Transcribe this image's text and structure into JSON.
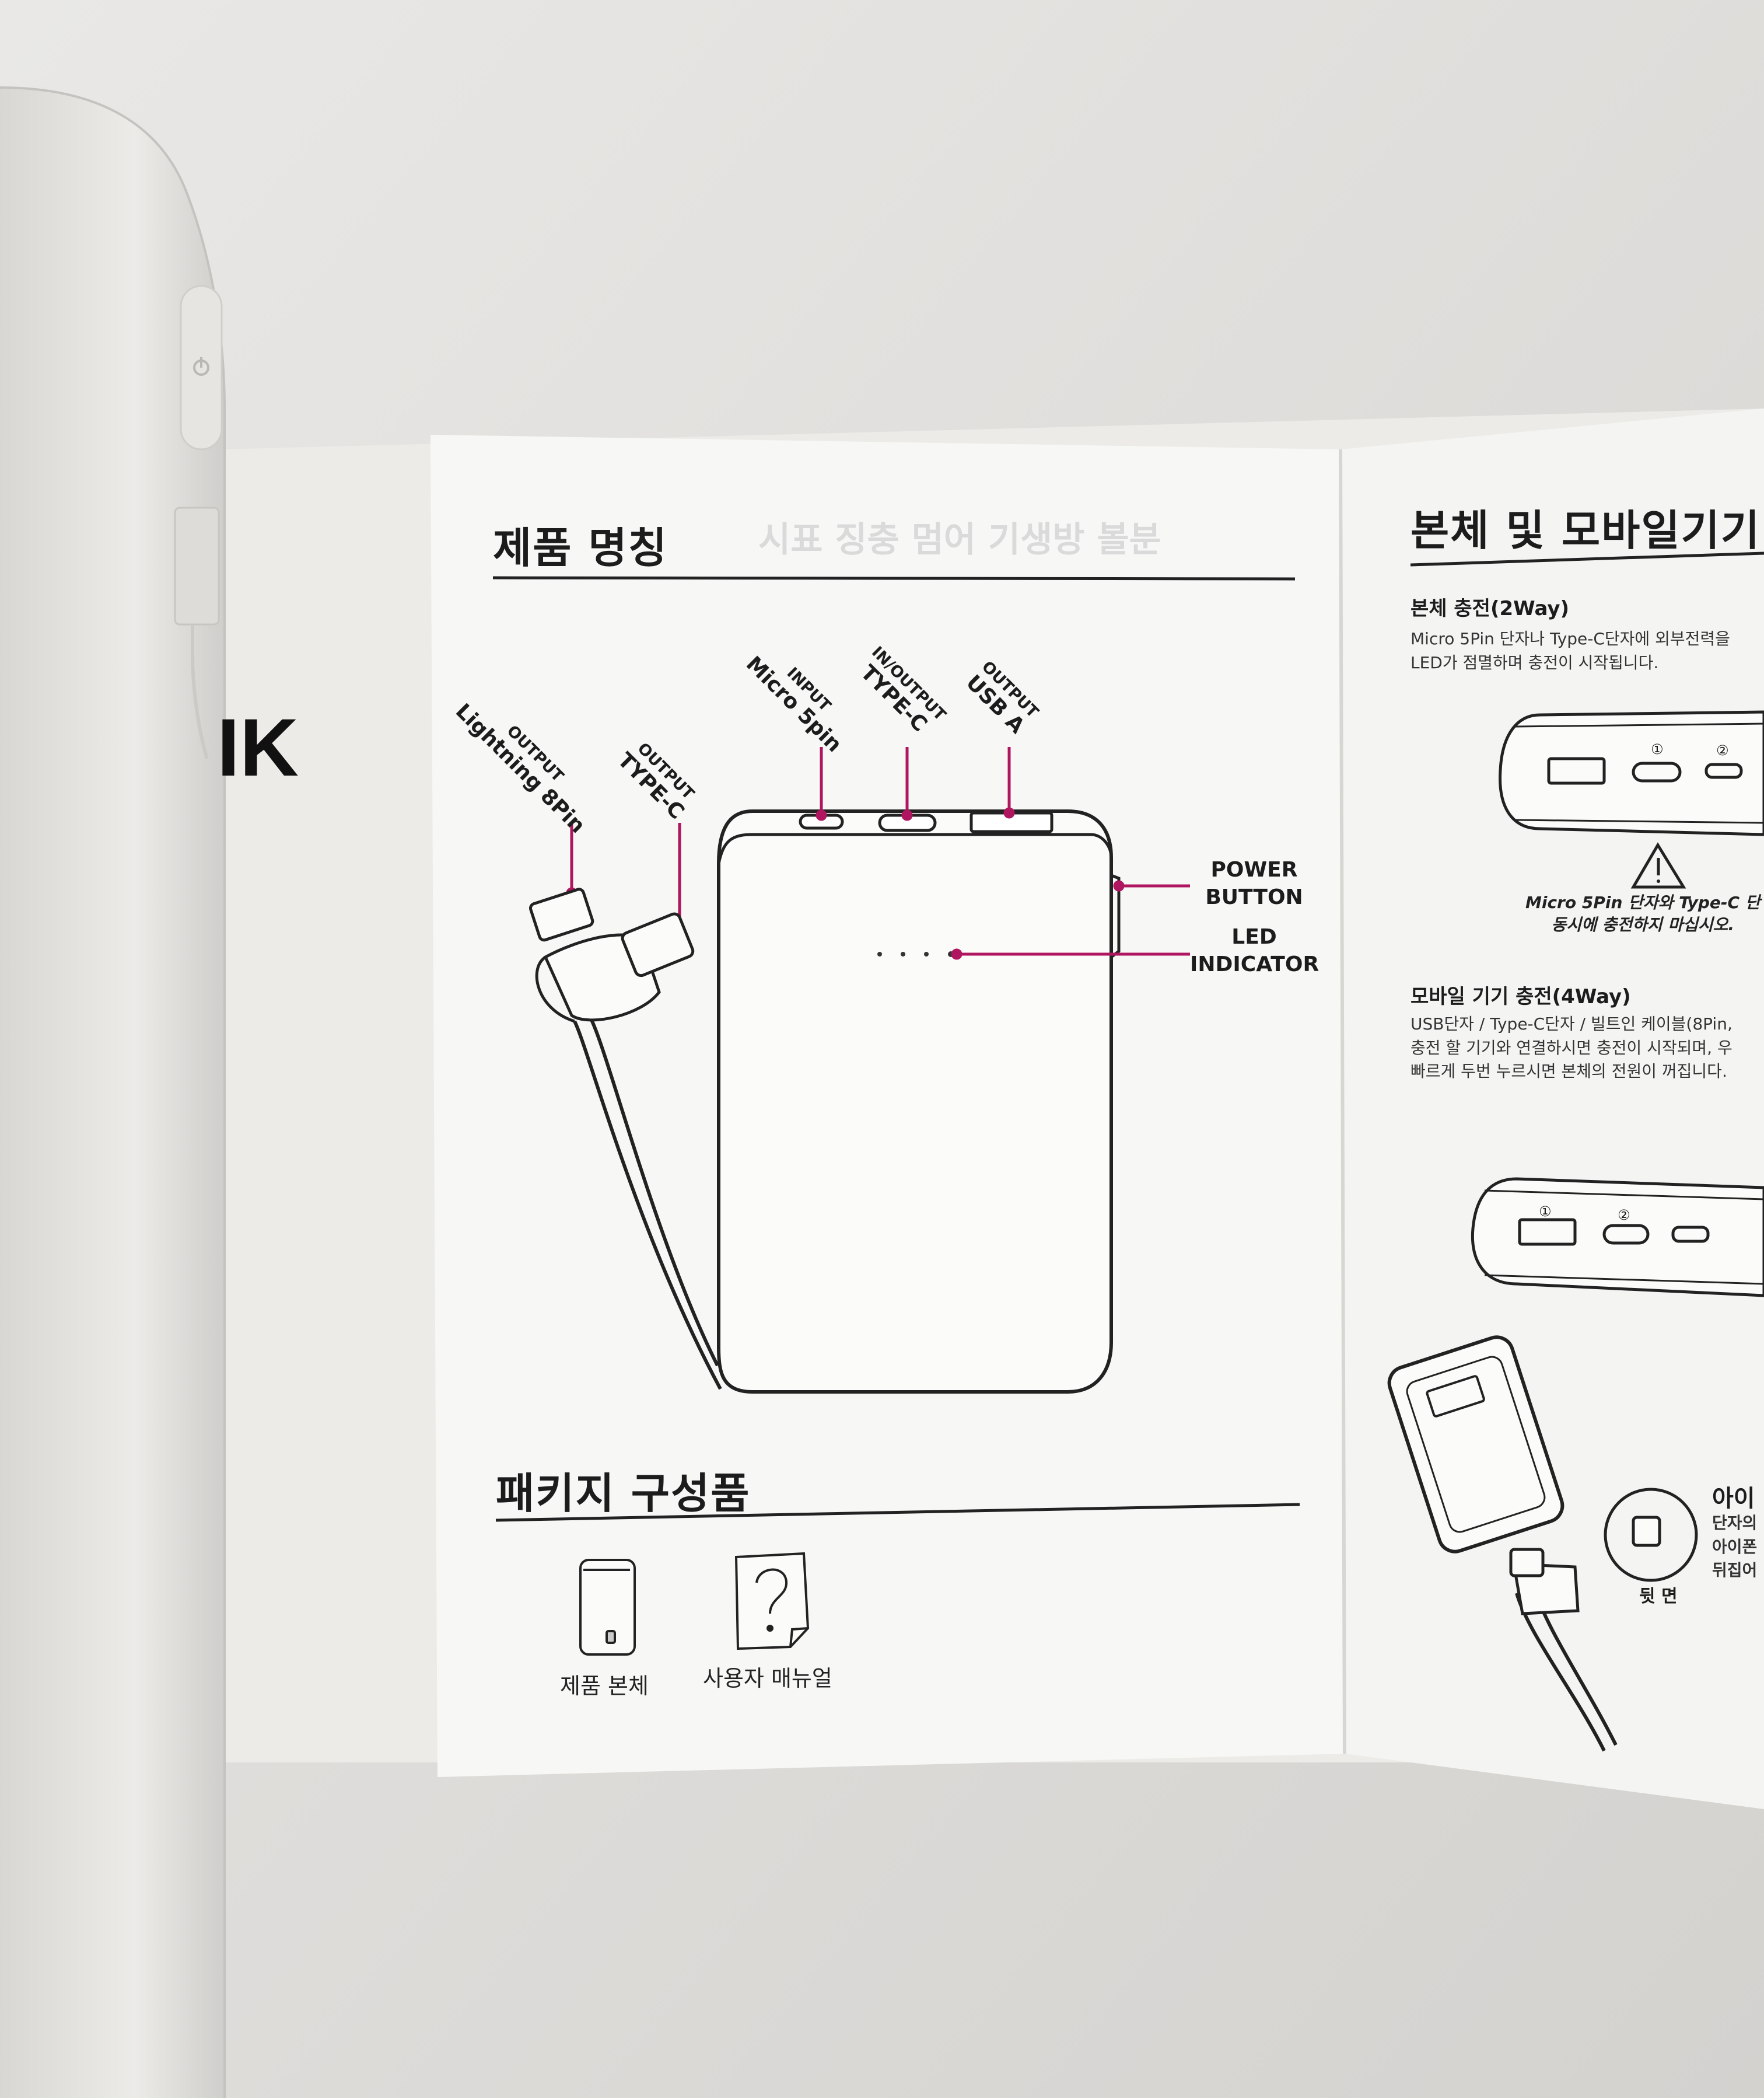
{
  "brand_fragment": "IK",
  "left_panel": {
    "title": "제품 명칭",
    "labels": {
      "lightning": {
        "kind": "OUTPUT",
        "name": "Lightning 8Pin"
      },
      "cable_typec": {
        "kind": "OUTPUT",
        "name": "TYPE-C"
      },
      "micro": {
        "kind": "INPUT",
        "name": "Micro 5pin"
      },
      "io_typec": {
        "kind": "IN/OUTPUT",
        "name": "TYPE-C"
      },
      "usba": {
        "kind": "OUTPUT",
        "name": "USB A"
      },
      "power_line1": "POWER",
      "power_line2": "BUTTON",
      "led_line1": "LED",
      "led_line2": "INDICATOR"
    },
    "package_title": "패키지 구성품",
    "package_items": [
      {
        "label": "제품 본체",
        "icon": "power-bank-icon"
      },
      {
        "label": "사용자 매뉴얼",
        "icon": "question-manual-icon"
      }
    ]
  },
  "right_panel": {
    "title": "본체 및 모바일기기",
    "section1_title": "본체 충전(2Way)",
    "section1_line1": "Micro 5Pin 단자나 Type-C단자에 외부전력을",
    "section1_line2": "LED가 점멸하며 충전이 시작됩니다.",
    "warning_line1": "Micro 5Pin 단자와 Type-C 단",
    "warning_line2": "동시에 충전하지 마십시오.",
    "section2_title": "모바일 기기 충전(4Way)",
    "section2_line1": "USB단자 / Type-C단자 / 빌트인 케이블(8Pin,",
    "section2_line2": "충전 할 기기와 연결하시면 충전이 시작되며, 우",
    "section2_line3": "빠르게 두번 누르시면 본체의 전원이 꺼집니다.",
    "back_label": "뒷 면",
    "side_note_title": "아이",
    "side_note_1": "단자의",
    "side_note_2": "아이폰",
    "side_note_3": "뒤집어",
    "port_numbers_top": [
      "①",
      "②"
    ],
    "port_numbers_bottom": [
      "①",
      "②"
    ]
  },
  "colors": {
    "accent": "#b0155f",
    "paper": "#f7f7f5",
    "ink": "#1c1c1c",
    "background": "#dcdad7"
  }
}
